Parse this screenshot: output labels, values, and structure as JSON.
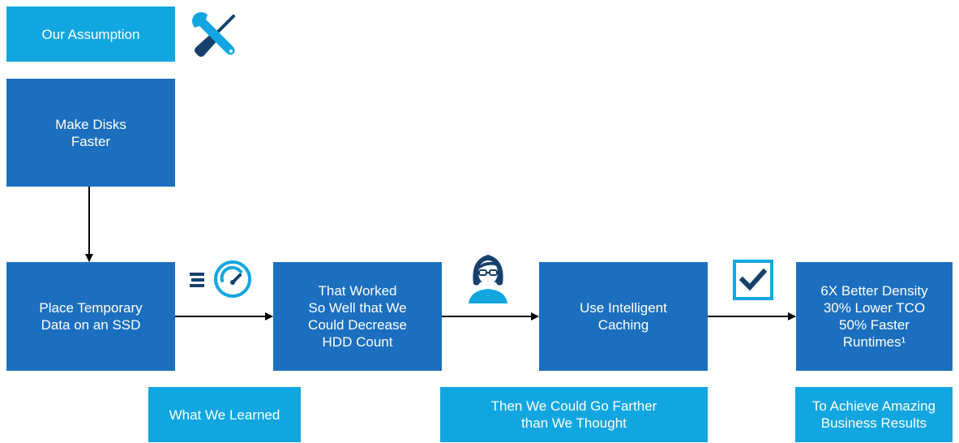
{
  "labels": {
    "assumption": "Our Assumption",
    "learned": "What We Learned",
    "farther": "Then We Could Go Farther\nthan We Thought",
    "achieve": "To Achieve Amazing\nBusiness Results"
  },
  "steps": {
    "make_disks": "Make Disks\nFaster",
    "place_temp": "Place Temporary\nData on an SSD",
    "worked": "That Worked\nSo Well that We\nCould Decrease\nHDD Count",
    "caching": "Use Intelligent\nCaching",
    "results": "6X Better Density\n30% Lower TCO\n50% Faster\nRuntimes¹"
  },
  "icons": {
    "tools": "wrench-screwdriver-icon",
    "speed": "speedometer-icon",
    "person": "person-with-glasses-icon",
    "check": "checkbox-checked-icon"
  },
  "colors": {
    "light_blue": "#12a6e0",
    "dark_blue": "#1c6fbf",
    "icon_navy": "#17406b",
    "icon_blue": "#12a6e0"
  }
}
